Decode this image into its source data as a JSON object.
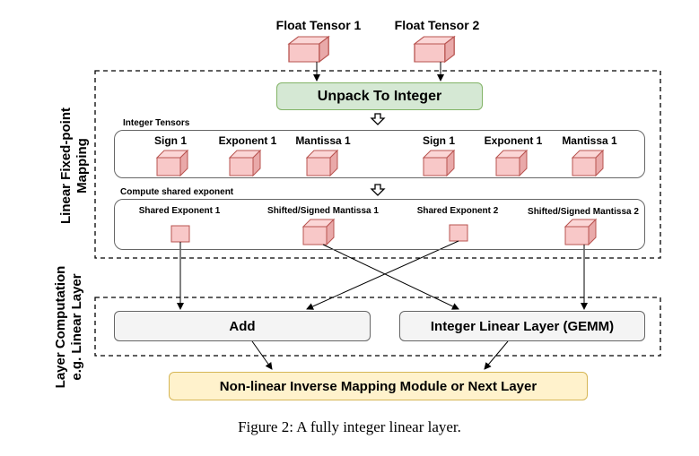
{
  "inputs": {
    "tensor1": "Float Tensor 1",
    "tensor2": "Float Tensor 2"
  },
  "unpack_label": "Unpack To Integer",
  "side_labels": {
    "mapping_line1": "Linear Fixed-point",
    "mapping_line2": "Mapping",
    "computation_line1": "Layer Computation",
    "computation_line2": "e.g. Linear Layer"
  },
  "integer_tensors": {
    "title": "Integer Tensors",
    "items": [
      "Sign 1",
      "Exponent 1",
      "Mantissa 1",
      "Sign 1",
      "Exponent 1",
      "Mantissa 1"
    ]
  },
  "shared_exponent": {
    "title": "Compute shared exponent",
    "items": [
      "Shared Exponent 1",
      "Shifted/Signed Mantissa 1",
      "Shared Exponent 2",
      "Shifted/Signed Mantissa 2"
    ]
  },
  "add_label": "Add",
  "gemm_label": "Integer Linear Layer (GEMM)",
  "output_label": "Non-linear Inverse Mapping Module or Next Layer",
  "caption": "Figure 2: A fully integer linear layer.",
  "colors": {
    "cube_fill": "#f8c8c8",
    "cube_stroke": "#b85450",
    "unpack_fill": "#d5e8d4",
    "unpack_stroke": "#82b366",
    "output_fill": "#fff2cc",
    "output_stroke": "#d6b656",
    "panel_fill": "#f4f4f4"
  }
}
